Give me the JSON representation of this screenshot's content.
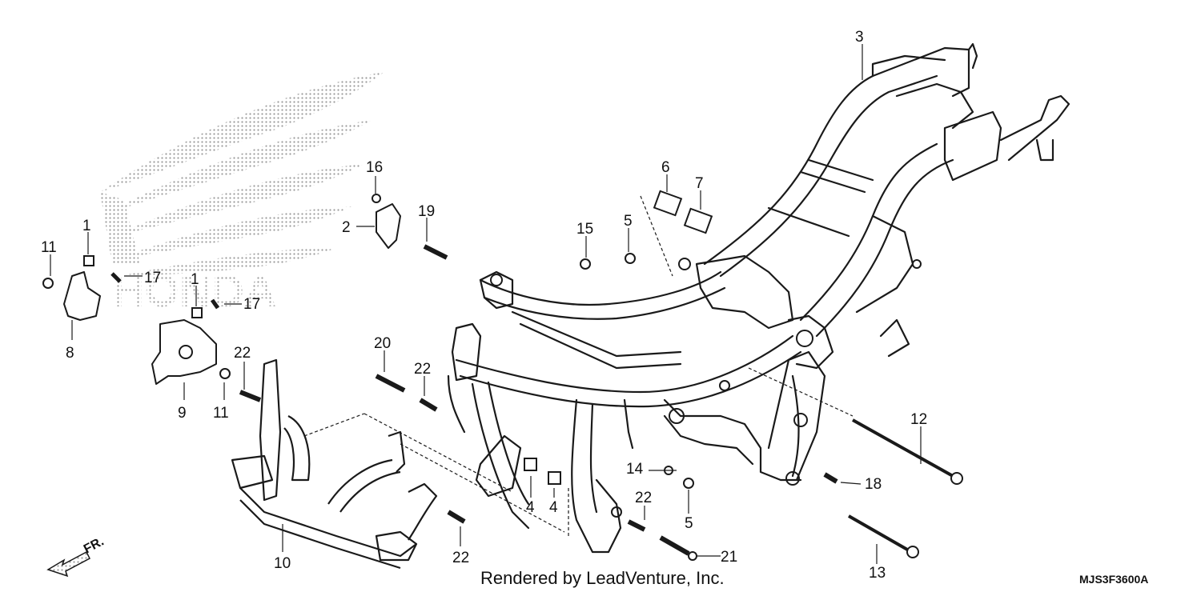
{
  "diagram": {
    "watermark_text": "HONDA",
    "direction_label": "FR.",
    "footer": "Rendered by LeadVenture, Inc.",
    "diagram_code": "MJS3F3600A",
    "callouts": [
      {
        "id": "c1a",
        "text": "1"
      },
      {
        "id": "c1b",
        "text": "1"
      },
      {
        "id": "c2",
        "text": "2"
      },
      {
        "id": "c3",
        "text": "3"
      },
      {
        "id": "c4a",
        "text": "4"
      },
      {
        "id": "c4b",
        "text": "4"
      },
      {
        "id": "c5a",
        "text": "5"
      },
      {
        "id": "c5b",
        "text": "5"
      },
      {
        "id": "c6",
        "text": "6"
      },
      {
        "id": "c7",
        "text": "7"
      },
      {
        "id": "c8",
        "text": "8"
      },
      {
        "id": "c9",
        "text": "9"
      },
      {
        "id": "c10",
        "text": "10"
      },
      {
        "id": "c11a",
        "text": "11"
      },
      {
        "id": "c11b",
        "text": "11"
      },
      {
        "id": "c12",
        "text": "12"
      },
      {
        "id": "c13",
        "text": "13"
      },
      {
        "id": "c14",
        "text": "14"
      },
      {
        "id": "c15",
        "text": "15"
      },
      {
        "id": "c16",
        "text": "16"
      },
      {
        "id": "c17a",
        "text": "17"
      },
      {
        "id": "c17b",
        "text": "17"
      },
      {
        "id": "c18",
        "text": "18"
      },
      {
        "id": "c19",
        "text": "19"
      },
      {
        "id": "c20",
        "text": "20"
      },
      {
        "id": "c21",
        "text": "21"
      },
      {
        "id": "c22a",
        "text": "22"
      },
      {
        "id": "c22b",
        "text": "22"
      },
      {
        "id": "c22c",
        "text": "22"
      },
      {
        "id": "c22d",
        "text": "22"
      }
    ]
  }
}
